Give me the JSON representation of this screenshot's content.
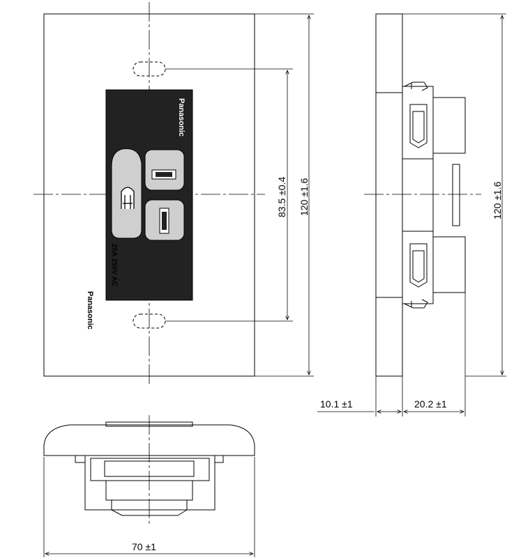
{
  "drawing": {
    "front_view": {
      "brand_plate": "Panasonic",
      "brand_module": "Panasonic",
      "rating": "20A 250V AC"
    },
    "dimensions": {
      "mount_pitch": "83.5 ±0.4",
      "height_front": "120 ±1.6",
      "height_side": "120 ±1.6",
      "depth_plate": "10.1 ±1",
      "depth_body": "20.2 ±1",
      "width": "70 ±1"
    }
  }
}
